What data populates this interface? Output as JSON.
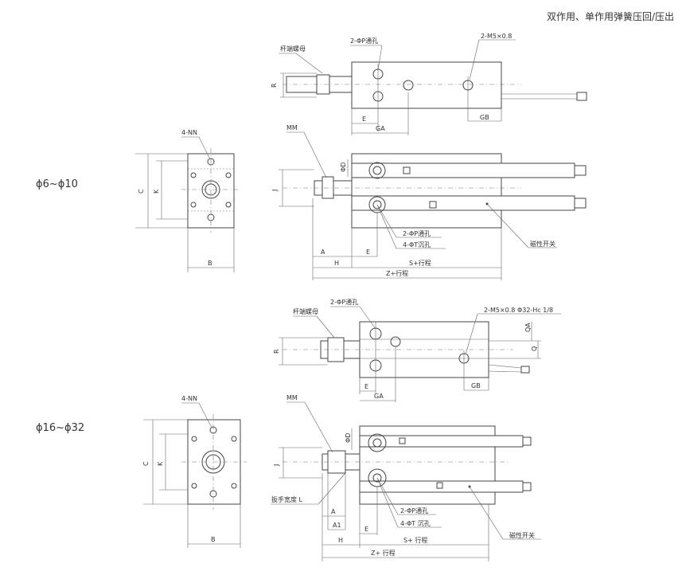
{
  "header": {
    "title": "双作用、单作用弹簧压回/压出"
  },
  "sizes": {
    "small": "ϕ6~ϕ10",
    "large": "ϕ16~ϕ32"
  },
  "labels": {
    "rod_nut": "杆端螺母",
    "through_hole": "2-ΦP通孔",
    "port_small": "2-M5×0.8",
    "port_large": "2-M5×0.8 Φ32-Hc 1/8",
    "nn": "4-NN",
    "mm": "MM",
    "counterbore_small": "4-ΦT沉孔",
    "counterbore_large": "4-ΦT 沉孔",
    "through_hole_large": "2-ΦP通孔",
    "stroke_s_small": "S+行程",
    "stroke_z_small": "Z+行程",
    "stroke_s_large": "S+ 行程",
    "stroke_z_large": "Z+ 行程",
    "magnetic_switch": "磁性开关",
    "wrench_flat": "扳手宽度 L"
  },
  "dims": {
    "R": "R",
    "E": "E",
    "GA": "GA",
    "GB": "GB",
    "B": "B",
    "C": "C",
    "K": "K",
    "J": "J",
    "A": "A",
    "H": "H",
    "A1": "A1",
    "D": "ΦD",
    "QA": "QA",
    "Q": "Q"
  }
}
